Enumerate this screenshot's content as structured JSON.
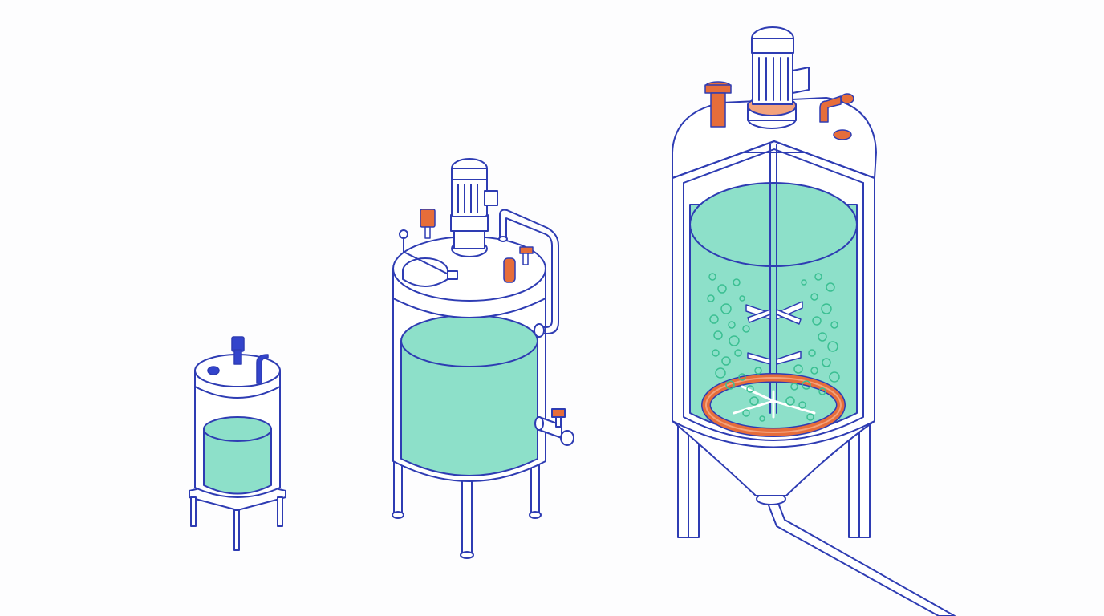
{
  "colors": {
    "background": "#fdfdfe",
    "outline": "#2e3cb3",
    "liquid": "#8de0c9",
    "liquid_top": "#7fd6bf",
    "accent": "#e66d3a",
    "accent_light": "#f2a27c",
    "blue_part": "#3344cc",
    "bubble": "#3bbf92",
    "metal": "#ffffff"
  },
  "vessels": [
    {
      "id": "small-bench-vessel",
      "fill_level": 0.5
    },
    {
      "id": "medium-stirred-tank",
      "fill_level": 0.85
    },
    {
      "id": "large-bioreactor",
      "fill_level": 0.8
    }
  ],
  "icons": [
    "motor-icon",
    "agitator-icon",
    "sparger-ring-icon",
    "valve-icon",
    "drain-pipe-icon"
  ]
}
